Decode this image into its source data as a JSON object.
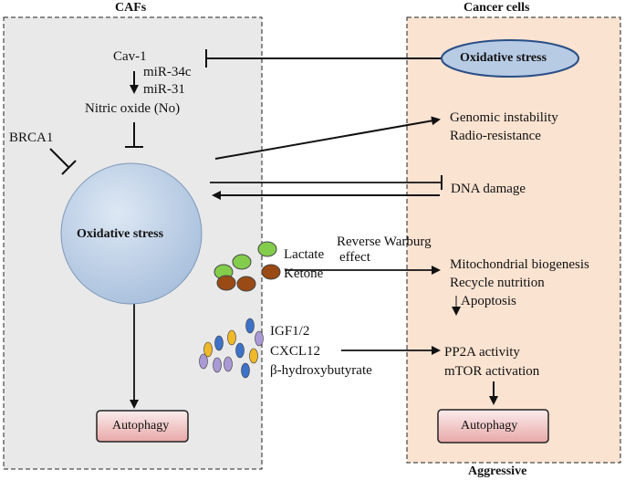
{
  "headers": {
    "cafs": "CAFs",
    "cancer_cells": "Cancer cells",
    "aggressive": "Aggressive"
  },
  "caf": {
    "cav1": "Cav-1",
    "mir34c": "miR-34c",
    "mir31": "miR-31",
    "nitric_oxide": "Nitric oxide (No)",
    "brca1": "BRCA1",
    "oxidative_stress": "Oxidative stress",
    "autophagy": "Autophagy"
  },
  "cancer": {
    "oxidative_stress": "Oxidative stress",
    "genomic_instability": "Genomic instability",
    "radio_resistance": "Radio-resistance",
    "dna_damage": "DNA damage",
    "mito_biogenesis": "Mitochondrial biogenesis",
    "recycle_nutrition": "Recycle nutrition",
    "apoptosis": "Apoptosis",
    "pp2a": "PP2A activity",
    "mtor": "mTOR activation",
    "autophagy": "Autophagy"
  },
  "metabolites": {
    "lactate": "Lactate",
    "ketone": "Ketone",
    "reverse_warburg_1": "Reverse Warburg",
    "reverse_warburg_2": "effect",
    "igf": "IGF1/2",
    "cxcl12": "CXCL12",
    "bhb": "β-hydroxybutyrate"
  },
  "colors": {
    "caf_panel": "#e9e9e9",
    "cancer_panel": "#fbe3d1",
    "sphere": "#b9cde4",
    "green_dot": "#84cc4c",
    "brown_dot": "#9a4a14",
    "blue_dot": "#3e72c8",
    "yellow_dot": "#f0b92a",
    "purple_dot": "#a99ad6",
    "autophagy_box": "#f0c4c4"
  }
}
